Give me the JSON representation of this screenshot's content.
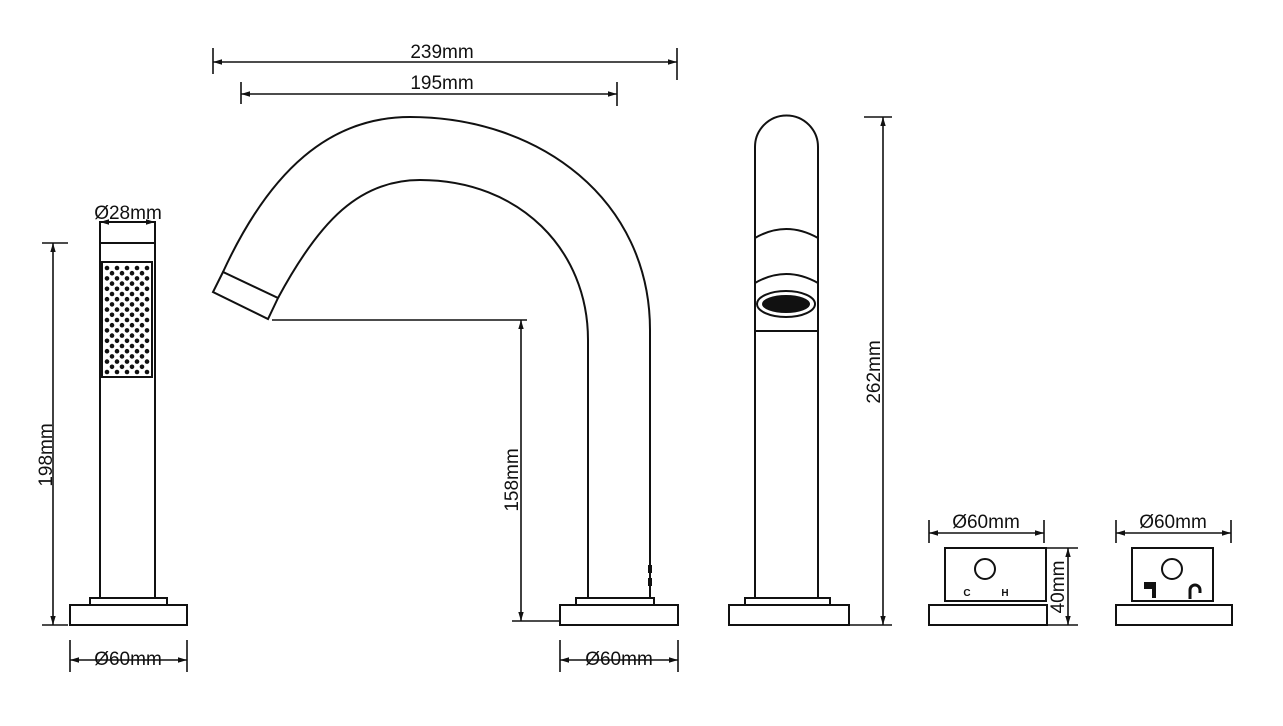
{
  "drawing": {
    "dimensions": {
      "spout_reach_total": "239mm",
      "spout_reach_outlet": "195mm",
      "handshower_diameter": "Ø28mm",
      "handshower_height": "198mm",
      "handshower_base": "Ø60mm",
      "spout_outlet_height": "158mm",
      "spout_base": "Ø60mm",
      "spout_total_height": "262mm",
      "handle1_diameter": "Ø60mm",
      "handle_height": "40mm",
      "handle2_diameter": "Ø60mm"
    },
    "handle_labels": {
      "cold": "C",
      "hot": "H"
    },
    "line_color": "#111111"
  }
}
